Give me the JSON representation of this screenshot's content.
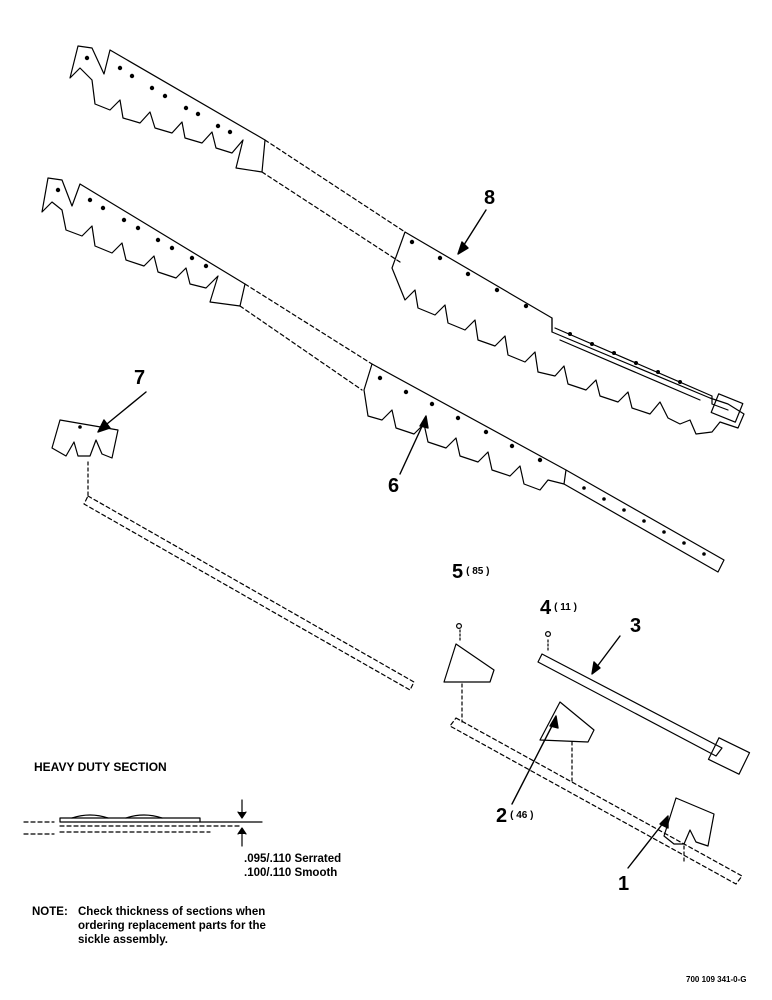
{
  "callouts": [
    {
      "id": "1",
      "label": "1",
      "qty": ""
    },
    {
      "id": "2",
      "label": "2",
      "qty": "( 46 )"
    },
    {
      "id": "3",
      "label": "3",
      "qty": ""
    },
    {
      "id": "4",
      "label": "4",
      "qty": "( 11 )"
    },
    {
      "id": "5",
      "label": "5",
      "qty": "( 85 )"
    },
    {
      "id": "6",
      "label": "6",
      "qty": ""
    },
    {
      "id": "7",
      "label": "7",
      "qty": ""
    },
    {
      "id": "8",
      "label": "8",
      "qty": ""
    }
  ],
  "heavy_duty": {
    "title": "HEAVY DUTY SECTION",
    "spec_serrated": ".095/.110 Serrated",
    "spec_smooth": ".100/.110 Smooth"
  },
  "note": {
    "key": "NOTE:",
    "line1": "Check thickness of sections when",
    "line2": "ordering replacement parts for the",
    "line3": "sickle assembly."
  },
  "doc_ref": "700 109 341-0-G",
  "colors": {
    "ink": "#000000",
    "paper": "#ffffff"
  }
}
